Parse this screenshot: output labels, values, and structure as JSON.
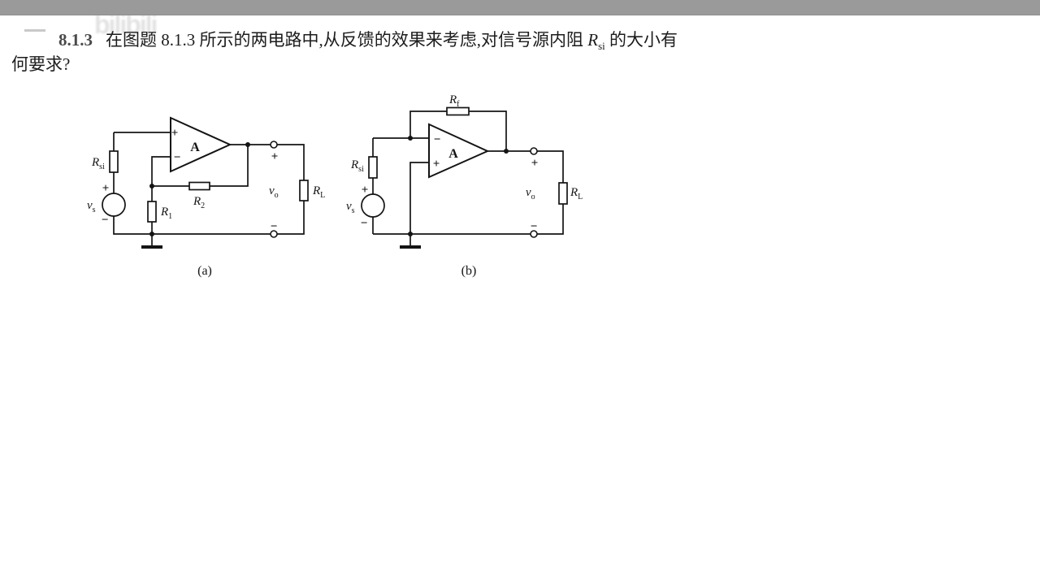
{
  "page": {
    "topbar_color": "#9a9a9a",
    "background": "#ffffff"
  },
  "watermark": {
    "text": "bilibili"
  },
  "problem": {
    "number": "8.1.3",
    "text_before_rsi": "在图题 8.1.3 所示的两电路中,从反馈的效果来考虑,对信号源内阻",
    "rsi_main": "R",
    "rsi_sub": "si",
    "text_after_rsi": "的大小有",
    "line2": "何要求?"
  },
  "circuit_a": {
    "caption": "(a)",
    "opamp": {
      "gain_label": "A",
      "noninv_sign": "+",
      "inv_sign": "−"
    },
    "source": {
      "label_main": "v",
      "label_sub": "s",
      "plus": "+",
      "minus": "−"
    },
    "resistors": {
      "rsi": {
        "main": "R",
        "sub": "si"
      },
      "r1": {
        "main": "R",
        "sub": "1"
      },
      "r2": {
        "main": "R",
        "sub": "2"
      },
      "rl": {
        "main": "R",
        "sub": "L"
      }
    },
    "output": {
      "label_main": "v",
      "label_sub": "o",
      "plus": "+",
      "minus": "−"
    }
  },
  "circuit_b": {
    "caption": "(b)",
    "opamp": {
      "gain_label": "A",
      "inv_sign": "−",
      "noninv_sign": "+"
    },
    "source": {
      "label_main": "v",
      "label_sub": "s",
      "plus": "+",
      "minus": "−"
    },
    "resistors": {
      "rsi": {
        "main": "R",
        "sub": "si"
      },
      "rf": {
        "main": "R",
        "sub": "f"
      },
      "rl": {
        "main": "R",
        "sub": "L"
      }
    },
    "output": {
      "label_main": "v",
      "label_sub": "o",
      "plus": "+",
      "minus": "−"
    }
  }
}
